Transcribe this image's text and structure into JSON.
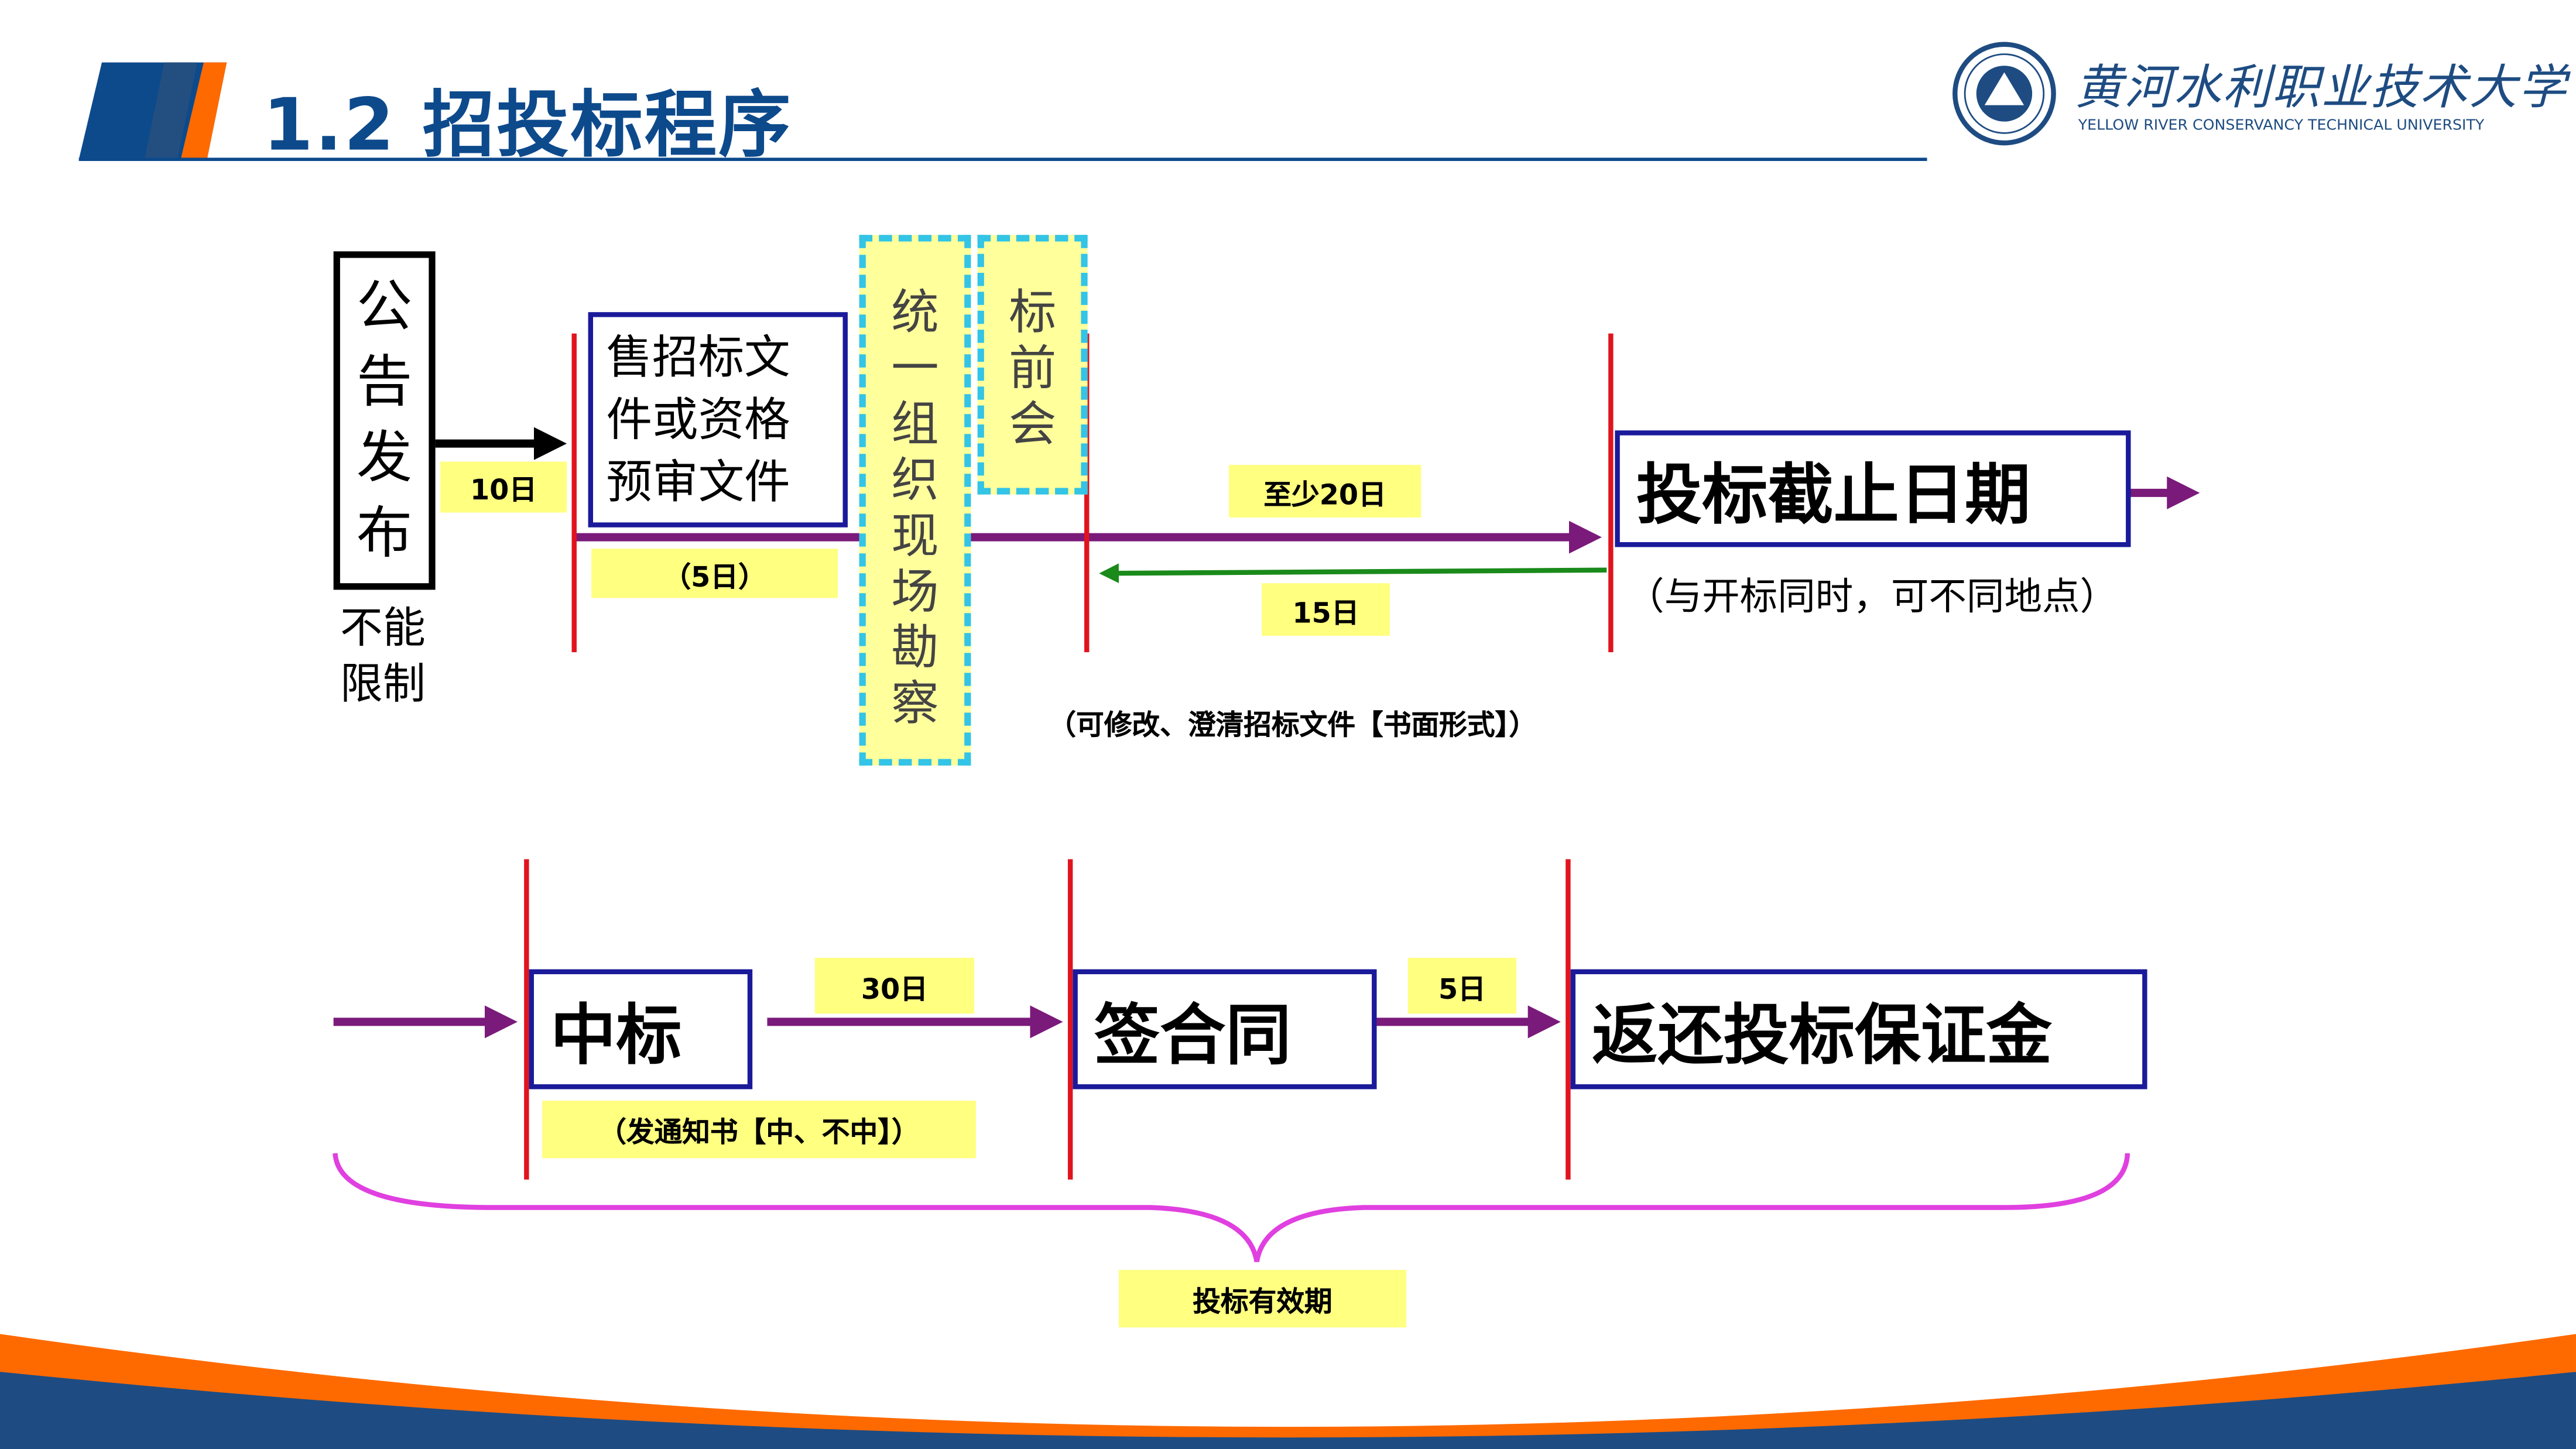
{
  "header": {
    "title": "1.2  招投标程序",
    "logo_cn": "黄河水利职业技术大学",
    "logo_en": "YELLOW RIVER CONSERVANCY TECHNICAL UNIVERSITY"
  },
  "top_flow": {
    "announce": "公告发布",
    "announce_note": "不能限制",
    "days_10": "10日",
    "sell_docs": "售招标文件或资格预审文件",
    "days_5": "（5日）",
    "site_visit": "统一组织现场勘察",
    "pre_bid": "标前会",
    "at_least_20": "至少20日",
    "days_15": "15日",
    "modify_note": "（可修改、澄清招标文件【书面形式】）",
    "deadline": "投标截止日期",
    "deadline_note": "（与开标同时，可不同地点）"
  },
  "bottom_flow": {
    "win": "中标",
    "days_30": "30日",
    "notice": "（发通知书【中、不中】）",
    "contract": "签合同",
    "days_5": "5日",
    "refund": "返还投标保证金",
    "validity": "投标有效期"
  },
  "colors": {
    "blue": "#0d4a8c",
    "orange": "#ff6a00",
    "purple": "#7a1a7a",
    "green": "#1a8a1a",
    "red": "#e0141e",
    "magenta": "#e040e0"
  }
}
